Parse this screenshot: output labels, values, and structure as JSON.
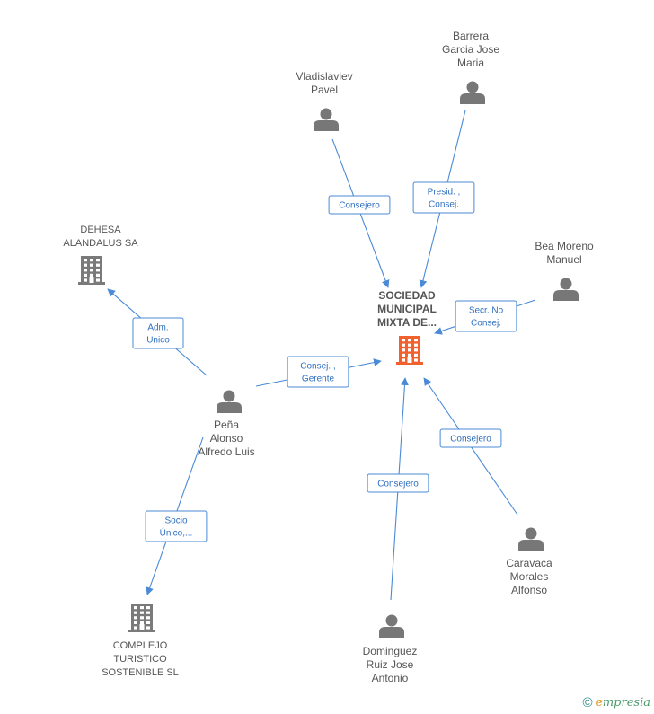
{
  "nodes": [
    {
      "id": "main",
      "type": "company",
      "highlight": true,
      "lines": [
        "SOCIEDAD",
        "MUNICIPAL",
        "MIXTA DE..."
      ]
    },
    {
      "id": "vladislaviev",
      "type": "person",
      "lines": [
        "Vladislaviev",
        "Pavel"
      ]
    },
    {
      "id": "barrera",
      "type": "person",
      "lines": [
        "Barrera",
        "Garcia Jose",
        "Maria"
      ]
    },
    {
      "id": "bea",
      "type": "person",
      "lines": [
        "Bea Moreno",
        "Manuel"
      ]
    },
    {
      "id": "dehesa",
      "type": "company",
      "lines": [
        "DEHESA",
        "ALANDALUS SA"
      ]
    },
    {
      "id": "pena",
      "type": "person",
      "lines": [
        "Peña",
        "Alonso",
        "Alfredo Luis"
      ]
    },
    {
      "id": "caravaca",
      "type": "person",
      "lines": [
        "Caravaca",
        "Morales",
        "Alfonso"
      ]
    },
    {
      "id": "dominguez",
      "type": "person",
      "lines": [
        "Dominguez",
        "Ruiz Jose",
        "Antonio"
      ]
    },
    {
      "id": "complejo",
      "type": "company",
      "lines": [
        "COMPLEJO",
        "TURISTICO",
        "SOSTENIBLE SL"
      ]
    }
  ],
  "edges": [
    {
      "from": "vladislaviev",
      "to": "main",
      "label": [
        "Consejero"
      ]
    },
    {
      "from": "barrera",
      "to": "main",
      "label": [
        "Presid. ,",
        "Consej."
      ]
    },
    {
      "from": "bea",
      "to": "main",
      "label": [
        "Secr.  No",
        "Consej."
      ]
    },
    {
      "from": "pena",
      "to": "main",
      "label": [
        "Consej. ,",
        "Gerente"
      ]
    },
    {
      "from": "pena",
      "to": "dehesa",
      "label": [
        "Adm.",
        "Unico"
      ]
    },
    {
      "from": "pena",
      "to": "complejo",
      "label": [
        "Socio",
        "Único,..."
      ]
    },
    {
      "from": "caravaca",
      "to": "main",
      "label": [
        "Consejero"
      ]
    },
    {
      "from": "dominguez",
      "to": "main",
      "label": [
        "Consejero"
      ]
    }
  ],
  "colors": {
    "edge": "#4a8ad6",
    "edge_text": "#2f6fc0",
    "highlight": "#f0612e",
    "icon": "#777777"
  },
  "footer": {
    "copyright": "©",
    "brand_initial": "e",
    "brand_rest": "mpresia"
  }
}
